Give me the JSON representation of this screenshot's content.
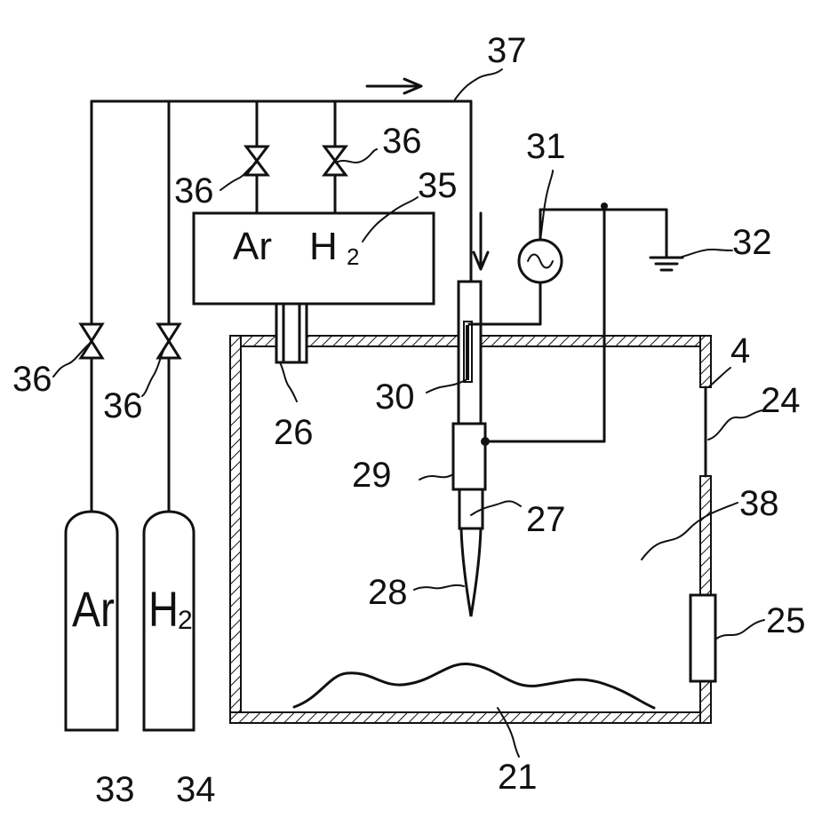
{
  "callouts": {
    "n37": "37",
    "n36_upper_right": "36",
    "n36_upper_left": "36",
    "n35": "35",
    "n31": "31",
    "n32": "32",
    "n4": "4",
    "n24": "24",
    "n36_lower_left": "36",
    "n36_lower_right": "36",
    "n30": "30",
    "n26": "26",
    "n29": "29",
    "n27": "27",
    "n38": "38",
    "n28": "28",
    "n25": "25",
    "n21": "21",
    "n33": "33",
    "n34": "34"
  },
  "box_labels": {
    "ar": "Ar",
    "h": "H",
    "h_sub": "2"
  },
  "cylinders": {
    "ar": "Ar",
    "h": "H",
    "h_sub": "2"
  }
}
